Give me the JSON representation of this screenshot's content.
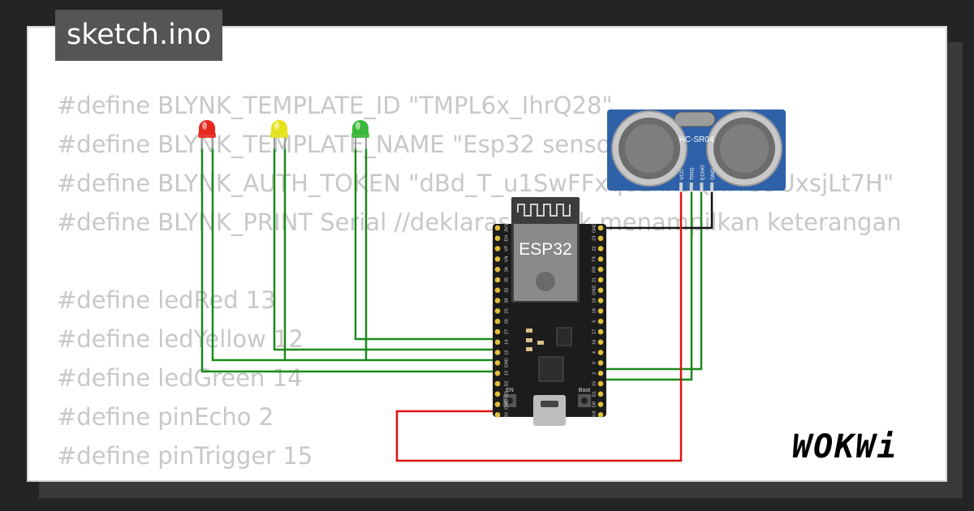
{
  "title": "sketch.ino",
  "code_lines": [
    "#define BLYNK_TEMPLATE_ID \"TMPL6x_IhrQ28\"",
    "#define BLYNK_TEMPLATE_NAME \"Esp32 sensor jarak\"",
    "#define BLYNK_AUTH_TOKEN \"dBd_T_u1SwFFxq6Lkk9QnHG3UxsjLt7H\"",
    "#define BLYNK_PRINT Serial //deklarasi untuk menampilkan keterangan",
    "",
    "#define ledRed 13",
    "#define ledYellow 12",
    "#define ledGreen 14",
    "#define pinEcho 2",
    "#define pinTrigger 15"
  ],
  "board": {
    "label": "ESP32",
    "left_pins": [
      "3V3",
      "EN",
      "VP",
      "VN",
      "34",
      "35",
      "32",
      "33",
      "25",
      "26",
      "27",
      "14",
      "12",
      "GND",
      "13",
      "D2",
      "D3",
      "CMD",
      "5V"
    ],
    "right_pins": [
      "GND",
      "23",
      "22",
      "TX",
      "RX",
      "21",
      "GND",
      "19",
      "18",
      "5",
      "17",
      "16",
      "4",
      "0",
      "2",
      "15",
      "D1",
      "D0",
      "CLK"
    ],
    "button_en": "EN",
    "button_boot": "Boot"
  },
  "sensor": {
    "label": "HC-SR04",
    "pins": [
      "VCC",
      "TRIG",
      "ECHO",
      "GND"
    ]
  },
  "leds": [
    {
      "name": "red",
      "color": "#e8281e"
    },
    {
      "name": "yellow",
      "color": "#e6e21c"
    },
    {
      "name": "green",
      "color": "#3ab83a"
    }
  ],
  "wire_colors": {
    "signal": "#1a8a1a",
    "power": "#dd1111",
    "ground": "#111111"
  },
  "logo": "WOKWi"
}
